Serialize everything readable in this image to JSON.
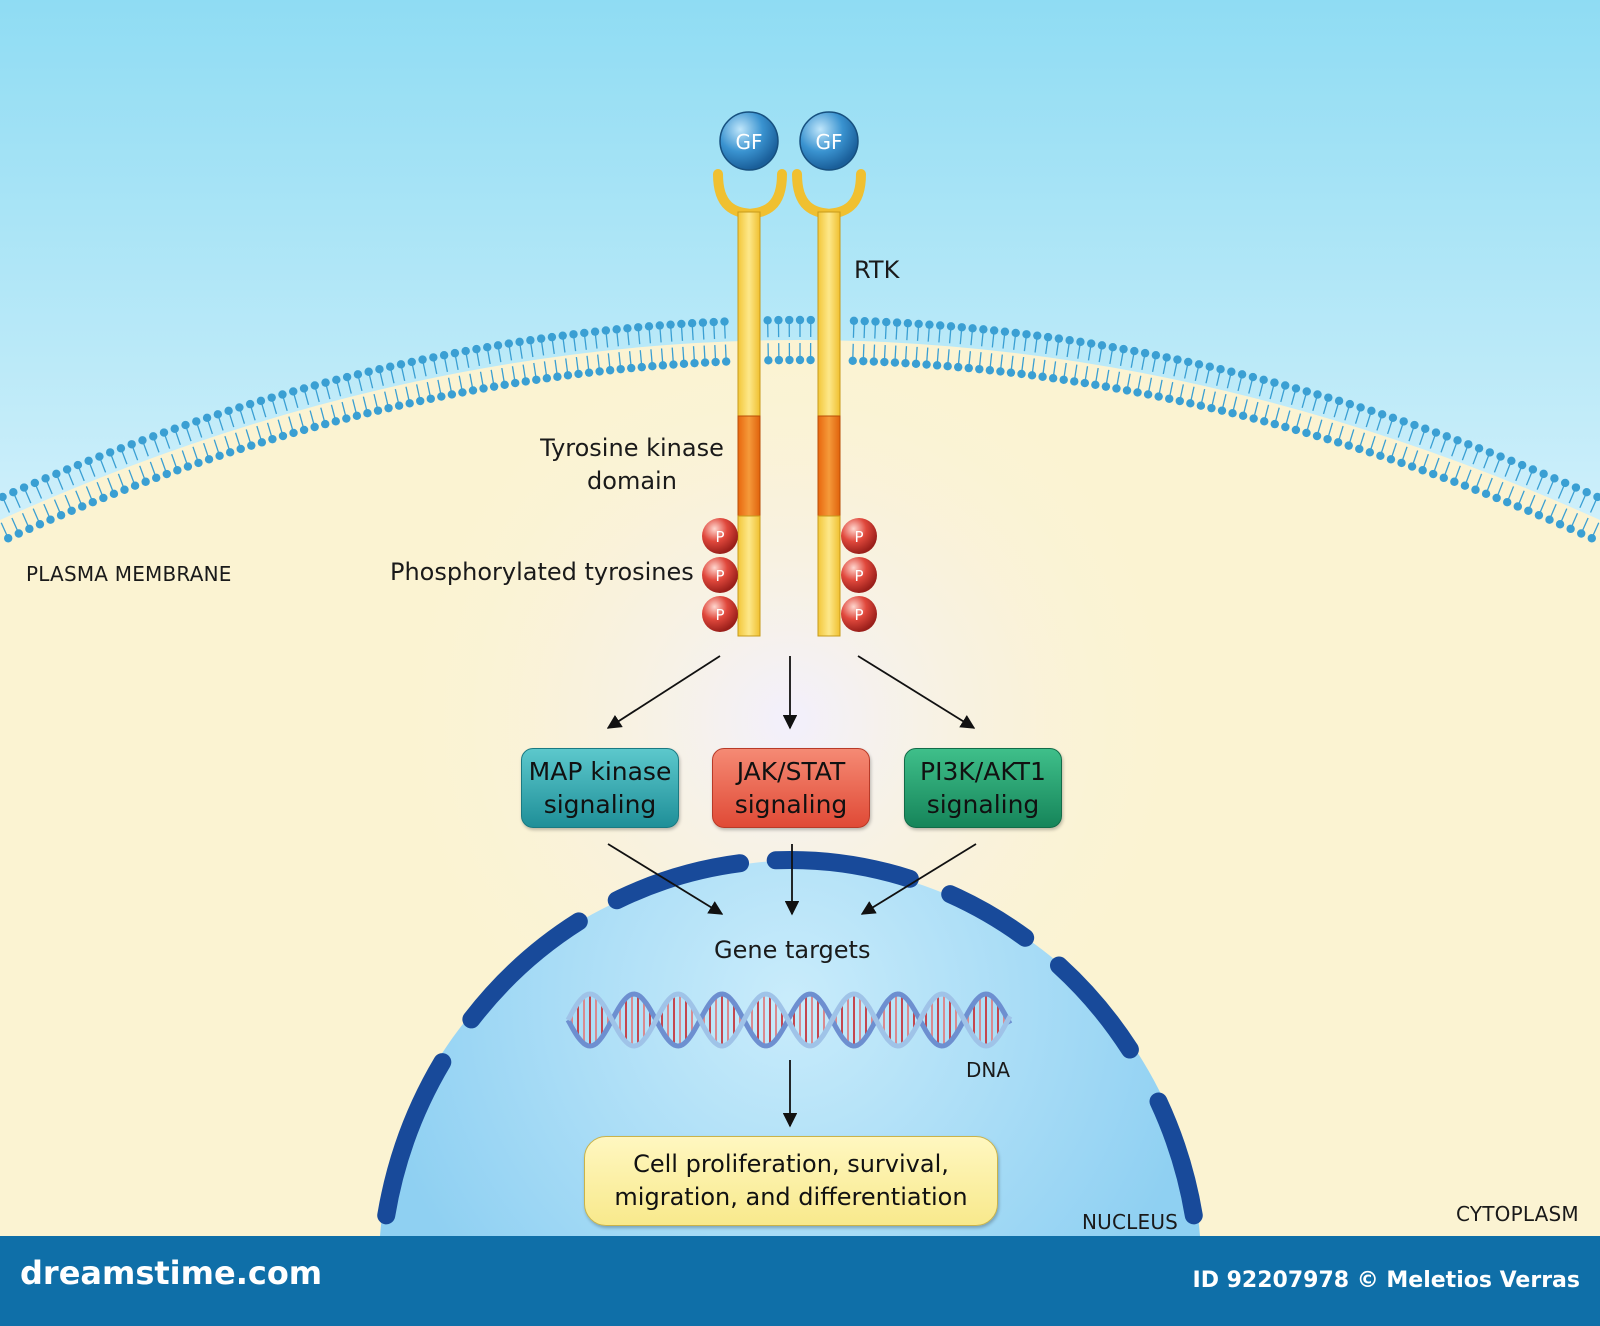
{
  "labels": {
    "gf_left": "GF",
    "gf_right": "GF",
    "rtk": "RTK",
    "tk_line1": "Tyrosine kinase",
    "tk_line2": "domain",
    "phospho": "Phosphorylated tyrosines",
    "p": "P",
    "plasma_membrane": "PLASMA MEMBRANE",
    "map_line1": "MAP kinase",
    "map_line2": "signaling",
    "jak_line1": "JAK/STAT",
    "jak_line2": "signaling",
    "pi3k_line1": "PI3K/AKT1",
    "pi3k_line2": "signaling",
    "gene_targets": "Gene targets",
    "dna": "DNA",
    "outcome_line1": "Cell proliferation, survival,",
    "outcome_line2": "migration, and differentiation",
    "nucleus": "NUCLEUS",
    "cytoplasm": "CYTOPLASM"
  },
  "footer": {
    "site": "dreamstime.com",
    "credit": "ID 92207978 © Meletios Verras"
  },
  "colors": {
    "extracellular": "#8fdcf3",
    "cytoplasm": "#fbf3d2",
    "membrane": "#3a9fd3",
    "receptor": "#f7d34b",
    "kinase_domain": "#f07a1a",
    "phosphate": "#d8342b",
    "gf_ligand": "#2a83c2",
    "map_box": "#2aa6ad",
    "jak_box": "#ea5a46",
    "pi3k_box": "#1f9a6c",
    "outcome_box": "#fbf0a8",
    "nucleus": "#a9dcf7",
    "nuclear_envelope": "#184a9a",
    "footer": "#0f6fa8"
  }
}
